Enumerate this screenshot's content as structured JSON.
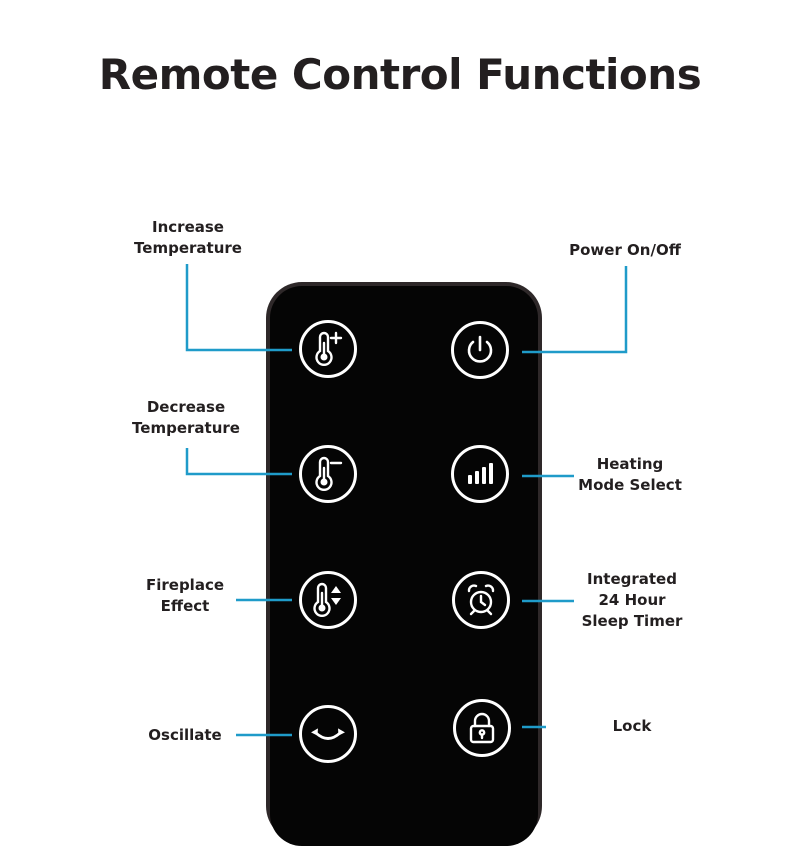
{
  "title": "Remote Control Functions",
  "accent_color": "#1f9bc9",
  "remote_color": "#050505",
  "buttons": {
    "increase_temperature": {
      "label_line1": "Increase",
      "label_line2": "Temperature",
      "icon": "thermometer-plus-icon"
    },
    "power": {
      "label": "Power On/Off",
      "icon": "power-icon"
    },
    "decrease_temperature": {
      "label_line1": "Decrease",
      "label_line2": "Temperature",
      "icon": "thermometer-minus-icon"
    },
    "heating_mode": {
      "label_line1": "Heating",
      "label_line2": "Mode Select",
      "icon": "heating-bars-icon"
    },
    "fireplace_effect": {
      "label_line1": "Fireplace",
      "label_line2": "Effect",
      "icon": "thermometer-adjust-icon"
    },
    "sleep_timer": {
      "label_line1": "Integrated",
      "label_line2": "24 Hour",
      "label_line3": "Sleep Timer",
      "icon": "alarm-clock-icon"
    },
    "oscillate": {
      "label": "Oscillate",
      "icon": "oscillate-arrow-icon"
    },
    "lock": {
      "label": "Lock",
      "icon": "lock-icon"
    }
  }
}
